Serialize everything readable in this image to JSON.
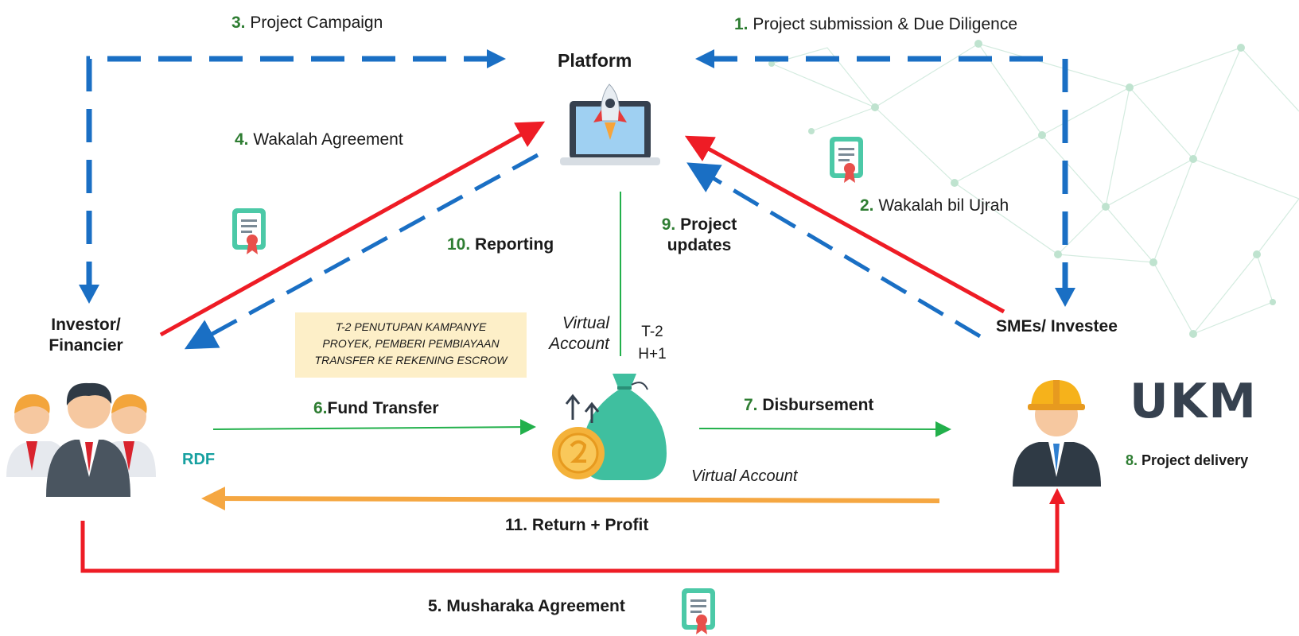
{
  "nodes": {
    "platform": "Platform",
    "investor": [
      "Investor/",
      "Financier"
    ],
    "smes": "SMEs/ Investee",
    "logo": "UKM",
    "rdf": "RDF"
  },
  "steps": [
    {
      "num": "1.",
      "text": "Project submission & Due Diligence"
    },
    {
      "num": "2.",
      "text": "Wakalah bil Ujrah"
    },
    {
      "num": "3.",
      "text": "Project Campaign"
    },
    {
      "num": "4.",
      "text": "Wakalah Agreement"
    },
    {
      "num": "5.",
      "text": "Musharaka Agreement"
    },
    {
      "num": "6.",
      "text": "Fund Transfer"
    },
    {
      "num": "7.",
      "text": "Disbursement"
    },
    {
      "num": "8.",
      "text": "Project delivery"
    },
    {
      "num": "9.",
      "text": [
        "Project",
        "updates"
      ]
    },
    {
      "num": "10.",
      "text": "Reporting"
    },
    {
      "num": "11.",
      "text": "Return + Profit"
    }
  ],
  "note": [
    "T-2 PENUTUPAN KAMPANYE",
    "PROYEK, PEMBERI PEMBIAYAAN",
    "TRANSFER KE REKENING ESCROW"
  ],
  "virtual_account_label": [
    "Virtual",
    "Account"
  ],
  "virtual_account_bottom": "Virtual Account",
  "timing": [
    "T-2",
    "H+1"
  ],
  "colors": {
    "blue_dashed": "#1a6fc4",
    "red": "#ee1c25",
    "green": "#22b04b",
    "orange": "#f5a742",
    "step_number": "#2e7d32",
    "logo": "#36414f",
    "rdf": "#16a0a0",
    "note_bg": "#fdefc8"
  },
  "icons": [
    "laptop-rocket-icon",
    "certificate-icon",
    "people-group-icon",
    "money-bag-icon",
    "coin-icon",
    "engineer-icon",
    "network-mesh-background"
  ]
}
